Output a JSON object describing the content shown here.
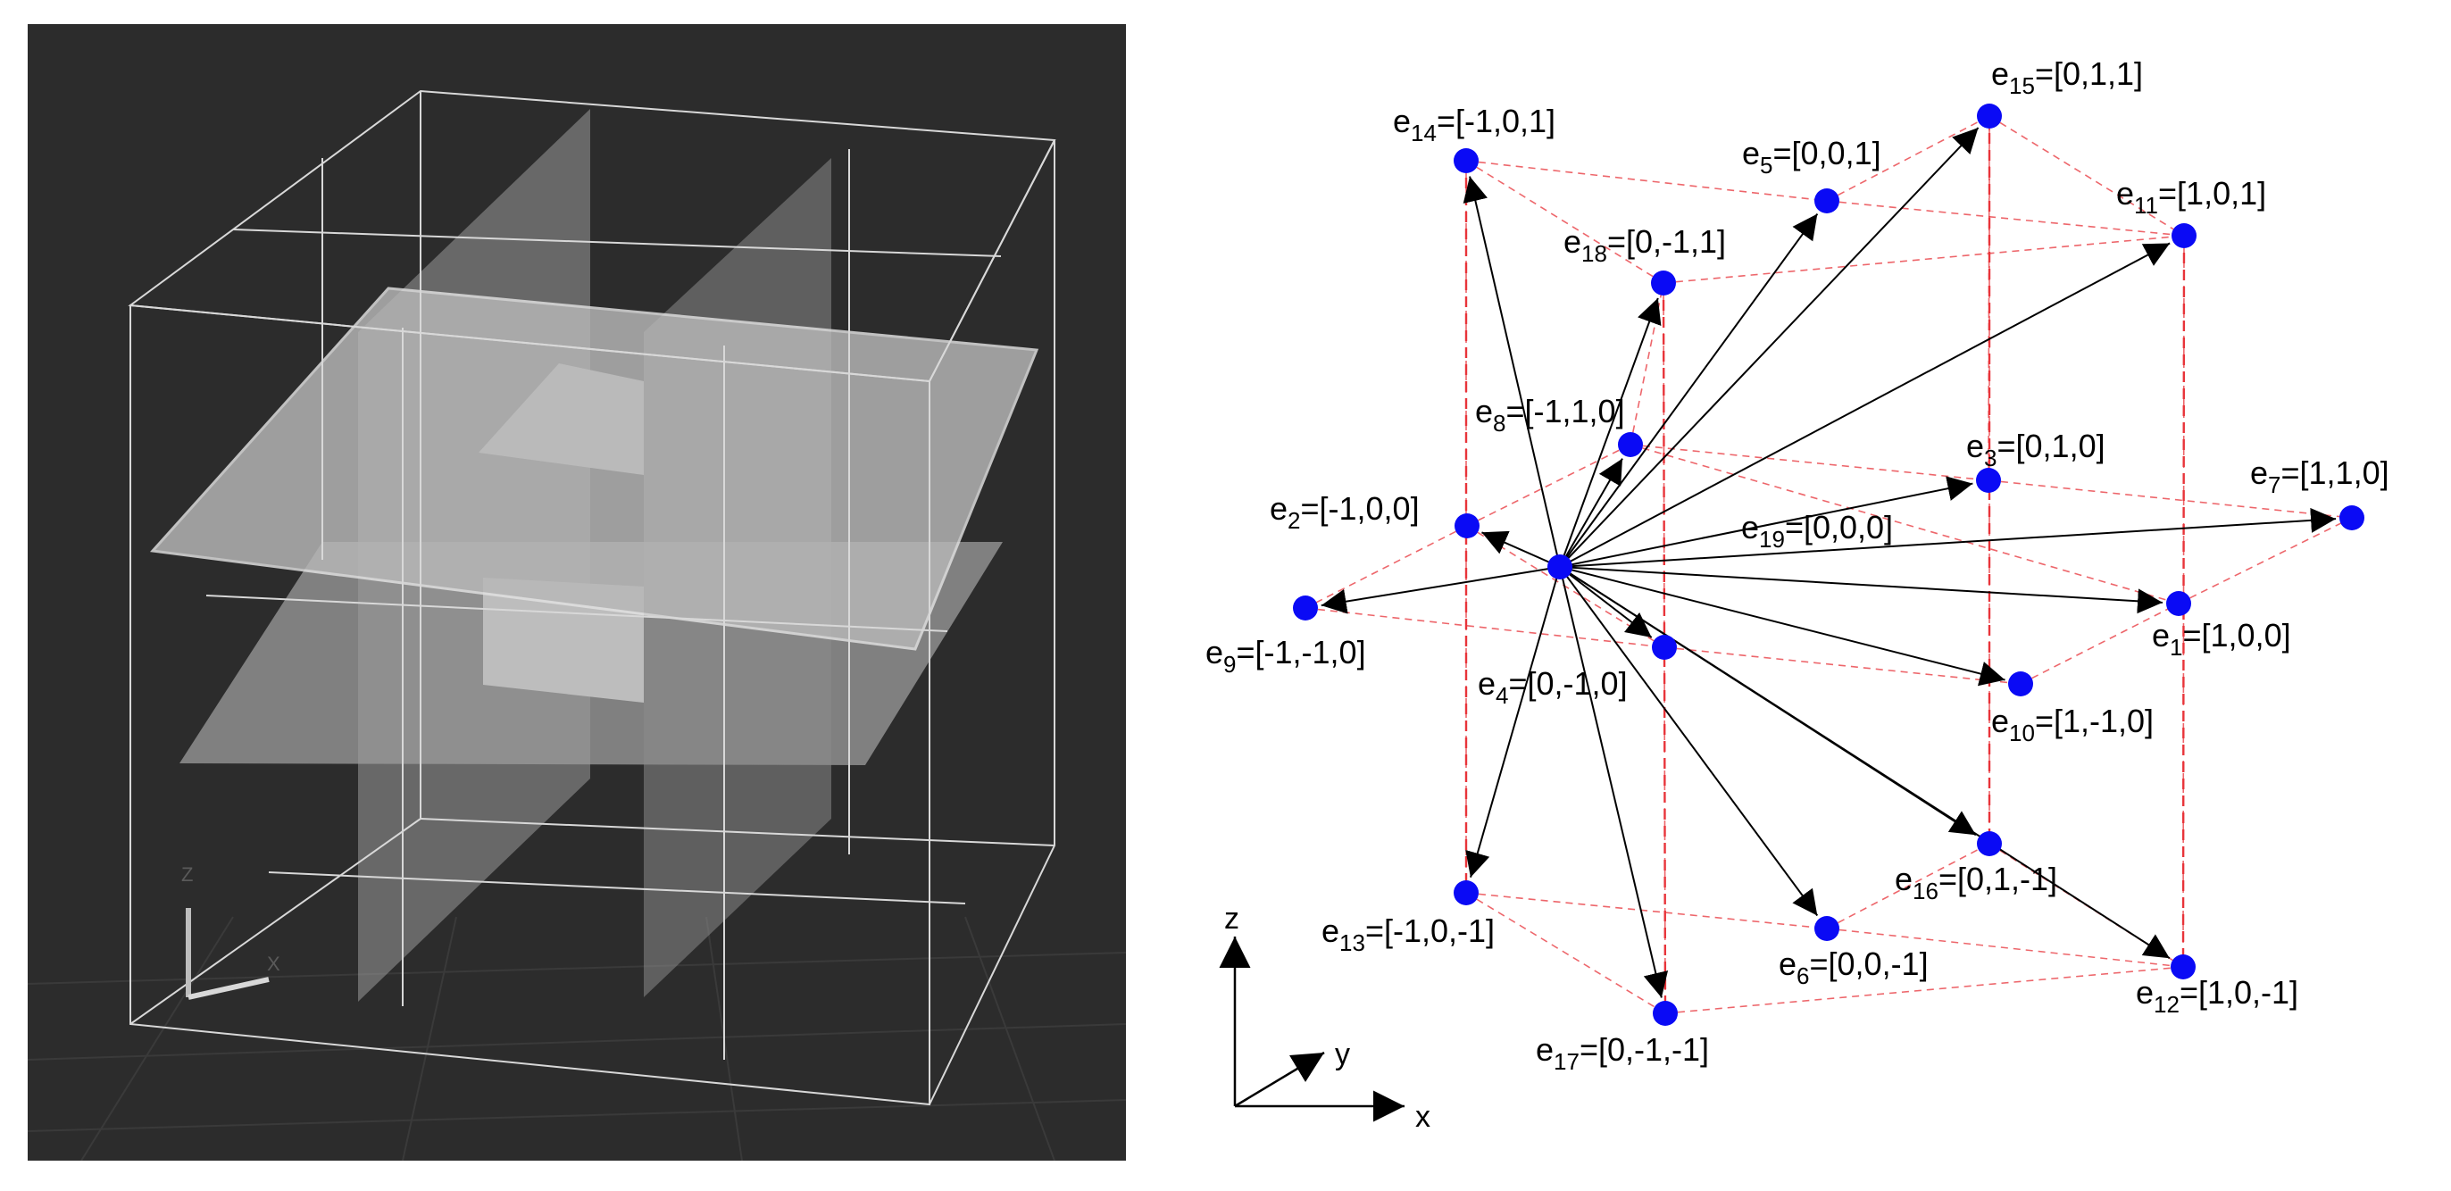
{
  "left_view": {
    "axis_gizmo_label_x": "X",
    "axis_gizmo_label_z": "Z",
    "colors": {
      "background": "#2c2c2c",
      "grid": "#3a3a3a",
      "wireframe": "#d8d8d8",
      "plane_light": "#b4b4b4",
      "plane_mid": "#9a9a9a",
      "plane_dark": "#7c7c7c"
    }
  },
  "lattice": {
    "center_label": {
      "main": "e",
      "sub": "19",
      "coords": "=[0,0,0]"
    },
    "velocities": [
      {
        "main": "e",
        "sub": "1",
        "coords": "=[1,0,0]"
      },
      {
        "main": "e",
        "sub": "2",
        "coords": "=[-1,0,0]"
      },
      {
        "main": "e",
        "sub": "3",
        "coords": "=[0,1,0]"
      },
      {
        "main": "e",
        "sub": "4",
        "coords": "=[0,-1,0]"
      },
      {
        "main": "e",
        "sub": "5",
        "coords": "=[0,0,1]"
      },
      {
        "main": "e",
        "sub": "6",
        "coords": "=[0,0,-1]"
      },
      {
        "main": "e",
        "sub": "7",
        "coords": "=[1,1,0]"
      },
      {
        "main": "e",
        "sub": "8",
        "coords": "=[-1,1,0]"
      },
      {
        "main": "e",
        "sub": "9",
        "coords": "=[-1,-1,0]"
      },
      {
        "main": "e",
        "sub": "10",
        "coords": "=[1,-1,0]"
      },
      {
        "main": "e",
        "sub": "11",
        "coords": "=[1,0,1]"
      },
      {
        "main": "e",
        "sub": "12",
        "coords": "=[1,0,-1]"
      },
      {
        "main": "e",
        "sub": "13",
        "coords": "=[-1,0,-1]"
      },
      {
        "main": "e",
        "sub": "14",
        "coords": "=[-1,0,1]"
      },
      {
        "main": "e",
        "sub": "15",
        "coords": "=[0,1,1]"
      },
      {
        "main": "e",
        "sub": "16",
        "coords": "=[0,1,-1]"
      },
      {
        "main": "e",
        "sub": "17",
        "coords": "=[0,-1,-1]"
      },
      {
        "main": "e",
        "sub": "18",
        "coords": "=[0,-1,1]"
      }
    ],
    "axes": {
      "x": "x",
      "y": "y",
      "z": "z"
    },
    "colors": {
      "node": "#0a0af5",
      "arrow": "#000000",
      "cube_edges": "#e8343a",
      "text": "#000000"
    }
  }
}
